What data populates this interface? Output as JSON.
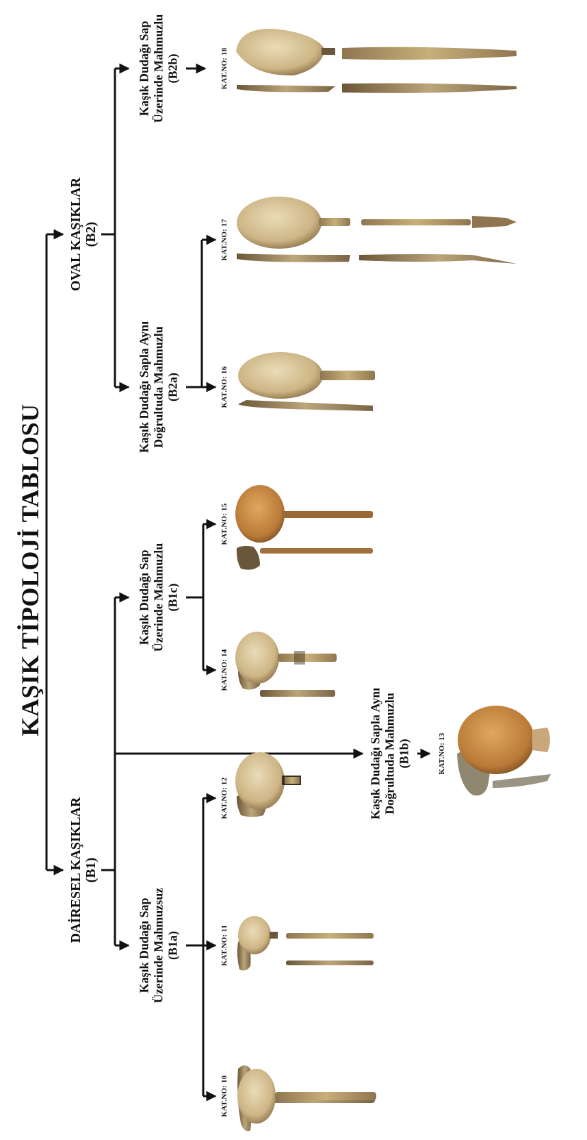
{
  "title": "KAŞIK TİPOLOJİ TABLOSU",
  "categories": {
    "b1": {
      "line1": "DAİRESEL KAŞIKLAR",
      "line2": "(B1)"
    },
    "b2": {
      "line1": "OVAL KAŞIKLAR",
      "line2": "(B2)"
    }
  },
  "subtypes": {
    "b1a": {
      "line1": "Kaşık Dudağı Sap",
      "line2": "Üzerinde Mahmuzsuz",
      "line3": "(B1a)"
    },
    "b1b": {
      "line1": "Kaşık Dudağı Sapla Aynı",
      "line2": "Doğrultuda Mahmuzlu",
      "line3": "(B1b)"
    },
    "b1c": {
      "line1": "Kaşık Dudağı Sap",
      "line2": "Üzerinde Mahmuzlu",
      "line3": "(B1c)"
    },
    "b2a": {
      "line1": "Kaşık Dudağı Sapla Aynı",
      "line2": "Doğrultuda Mahmuzlu",
      "line3": "(B2a)"
    },
    "b2b": {
      "line1": "Kaşık Dudağı Sap",
      "line2": "Üzerinde Mahmuzlu",
      "line3": "(B2b)"
    }
  },
  "catalog": {
    "k10": "KAT.NO: 10",
    "k11": "KAT.NO: 11",
    "k12": "KAT.NO: 12",
    "k13": "KAT.NO: 13",
    "k14": "KAT.NO: 14",
    "k15": "KAT.NO: 15",
    "k16": "KAT.NO: 16",
    "k17": "KAT.NO: 17",
    "k18": "KAT.NO: 18"
  },
  "colors": {
    "line": "#111111",
    "bone_light": "#d9c9a0",
    "bone_mid": "#c8b07a",
    "bone_dark": "#9c8052",
    "orange_bone": "#c98a45"
  }
}
